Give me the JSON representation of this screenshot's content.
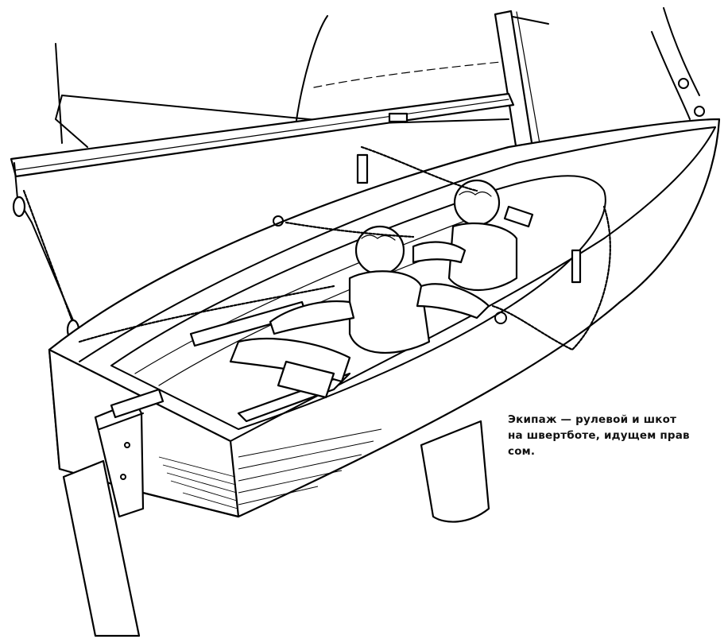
{
  "caption": {
    "line1": "Экипаж — рулевой и шкот",
    "line2": "на швертботе, идущем прав",
    "line3": "сом."
  },
  "figure": {
    "icon": "dinghy-with-crew-illustration"
  }
}
